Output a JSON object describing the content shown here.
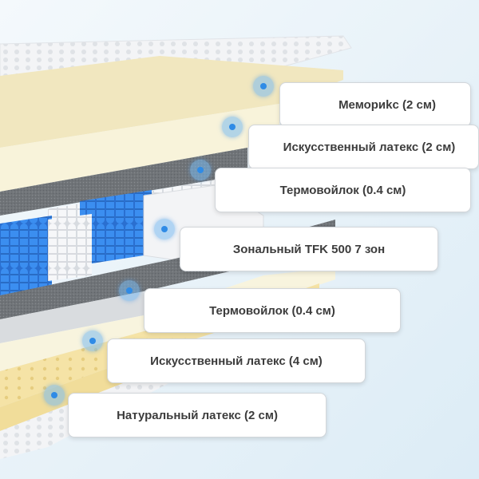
{
  "layers": [
    {
      "label": "Мемориkс (2 см)"
    },
    {
      "label": "Искусственный латекс (2 см)"
    },
    {
      "label": "Термовойлок (0.4 см)"
    },
    {
      "label": "Зональный TFK 500 7 зон"
    },
    {
      "label": "Термовойлок (0.4 см)"
    },
    {
      "label": "Искусственный латекс (4 см)"
    },
    {
      "label": "Натуральный латекс (2 см)"
    }
  ],
  "colors": {
    "accent": "#2f8be6",
    "memory_foam": "#f1e7bf",
    "latex": "#f7f2d6",
    "felt": "#6f7378",
    "spring_blue": "#2f7fe0",
    "spring_white": "#f2f4f7",
    "natural_latex": "#f5e3a6"
  },
  "icons": [
    "callout-dot-icon"
  ]
}
